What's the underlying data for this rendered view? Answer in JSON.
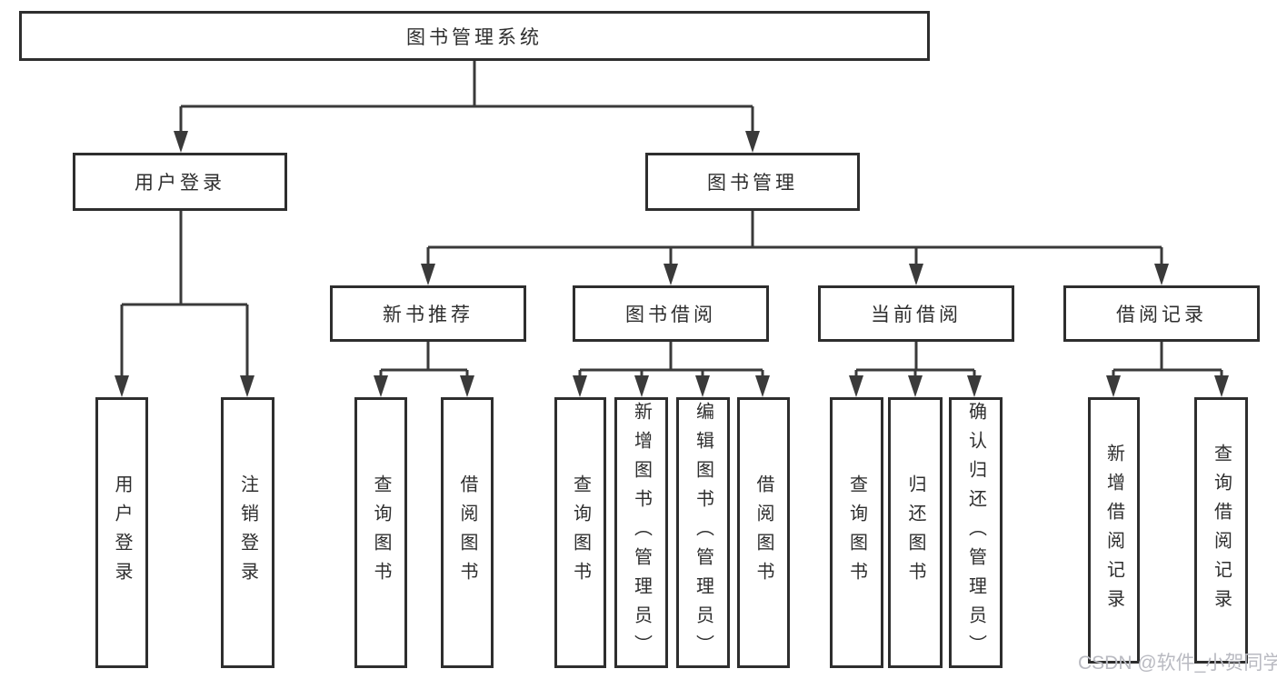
{
  "diagram_title": "图书管理系统",
  "tree": {
    "label": "图书管理系统",
    "children": [
      {
        "label": "用户登录",
        "children": [
          {
            "label": "用户登录"
          },
          {
            "label": "注销登录"
          }
        ]
      },
      {
        "label": "图书管理",
        "children": [
          {
            "label": "新书推荐",
            "children": [
              {
                "label": "查询图书"
              },
              {
                "label": "借阅图书"
              }
            ]
          },
          {
            "label": "图书借阅",
            "children": [
              {
                "label": "查询图书"
              },
              {
                "label": "新增图书（管理员）"
              },
              {
                "label": "编辑图书（管理员）"
              },
              {
                "label": "借阅图书"
              }
            ]
          },
          {
            "label": "当前借阅",
            "children": [
              {
                "label": "查询图书"
              },
              {
                "label": "归还图书"
              },
              {
                "label": "确认归还（管理员）"
              }
            ]
          },
          {
            "label": "借阅记录",
            "children": [
              {
                "label": "新增借阅记录"
              },
              {
                "label": "查询借阅记录"
              }
            ]
          }
        ]
      }
    ]
  },
  "watermark": {
    "text": "CSDN @软件_小贺同学"
  },
  "colors": {
    "background": "#ffffff",
    "line": "#3a3a3a",
    "box_border": "#2e2e2e",
    "box_fill": "#ffffff",
    "text": "#2e2e2e",
    "watermark": "#b9bac1"
  }
}
